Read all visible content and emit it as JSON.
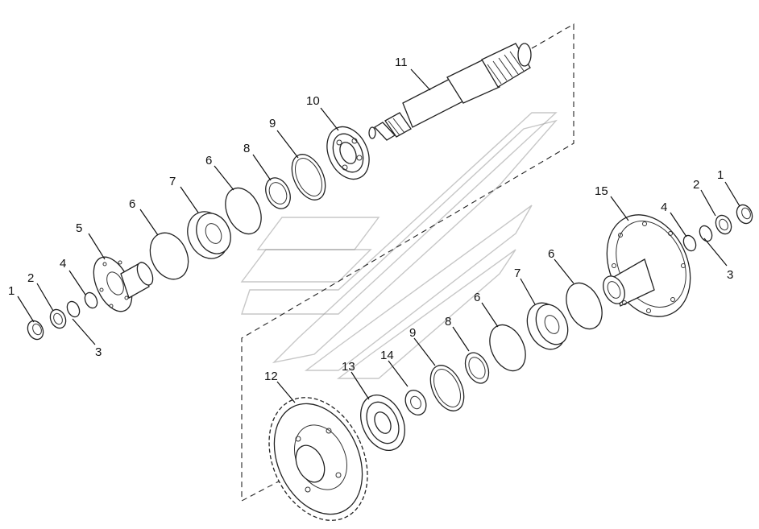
{
  "diagram": {
    "callouts": {
      "c1a": "1",
      "c2a": "2",
      "c3a": "3",
      "c4a": "4",
      "c5": "5",
      "c6a": "6",
      "c7a": "7",
      "c6b": "6",
      "c8a": "8",
      "c9a": "9",
      "c10": "10",
      "c11": "11",
      "c15": "15",
      "c4b": "4",
      "c2b": "2",
      "c1b": "1",
      "c3b": "3",
      "c6c": "6",
      "c7b": "7",
      "c6d": "6",
      "c8b": "8",
      "c9b": "9",
      "c14": "14",
      "c13": "13",
      "c12": "12"
    }
  }
}
